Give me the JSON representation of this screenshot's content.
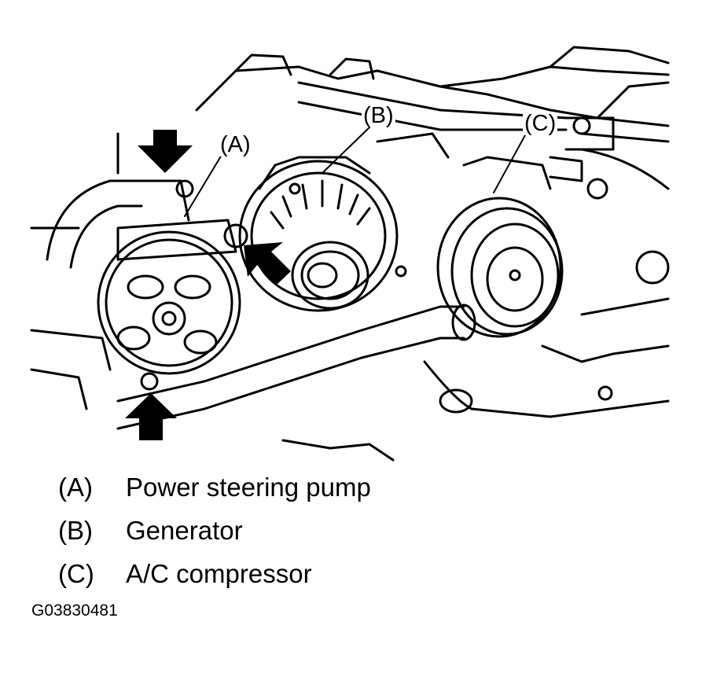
{
  "callouts": {
    "a": "(A)",
    "b": "(B)",
    "c": "(C)"
  },
  "legend": [
    {
      "key": "(A)",
      "text": "Power steering pump"
    },
    {
      "key": "(B)",
      "text": "Generator"
    },
    {
      "key": "(C)",
      "text": "A/C compressor"
    }
  ],
  "figure_code": "G03830481"
}
